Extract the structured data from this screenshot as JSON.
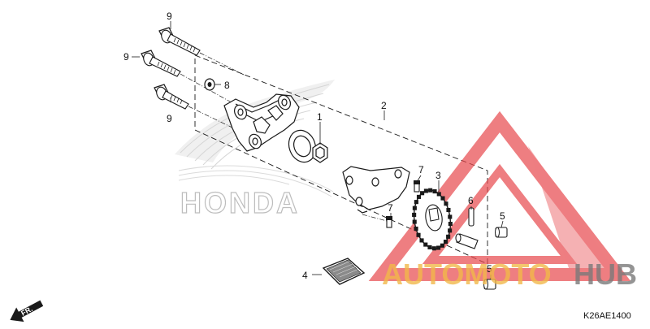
{
  "diagram": {
    "callouts": {
      "c1": "1",
      "c2": "2",
      "c3": "3",
      "c4": "4",
      "c5a": "5",
      "c5b": "5",
      "c6": "6",
      "c7a": "7",
      "c7b": "7",
      "c8": "8",
      "c9a": "9",
      "c9b": "9",
      "c9c": "9"
    },
    "direction_label": "FR.",
    "diagram_code": "K26AE1400",
    "brand_watermark": "HONDA",
    "watermark_auto": "AUTOMOTO",
    "watermark_hub": "HUB"
  },
  "colors": {
    "line": "#1a1a1a",
    "part_fill": "#ffffff",
    "watermark_red": "#e8484c",
    "watermark_orange": "#f2b84a",
    "watermark_gray": "#7a7a7a",
    "honda_gray": "#c8c8c8"
  }
}
